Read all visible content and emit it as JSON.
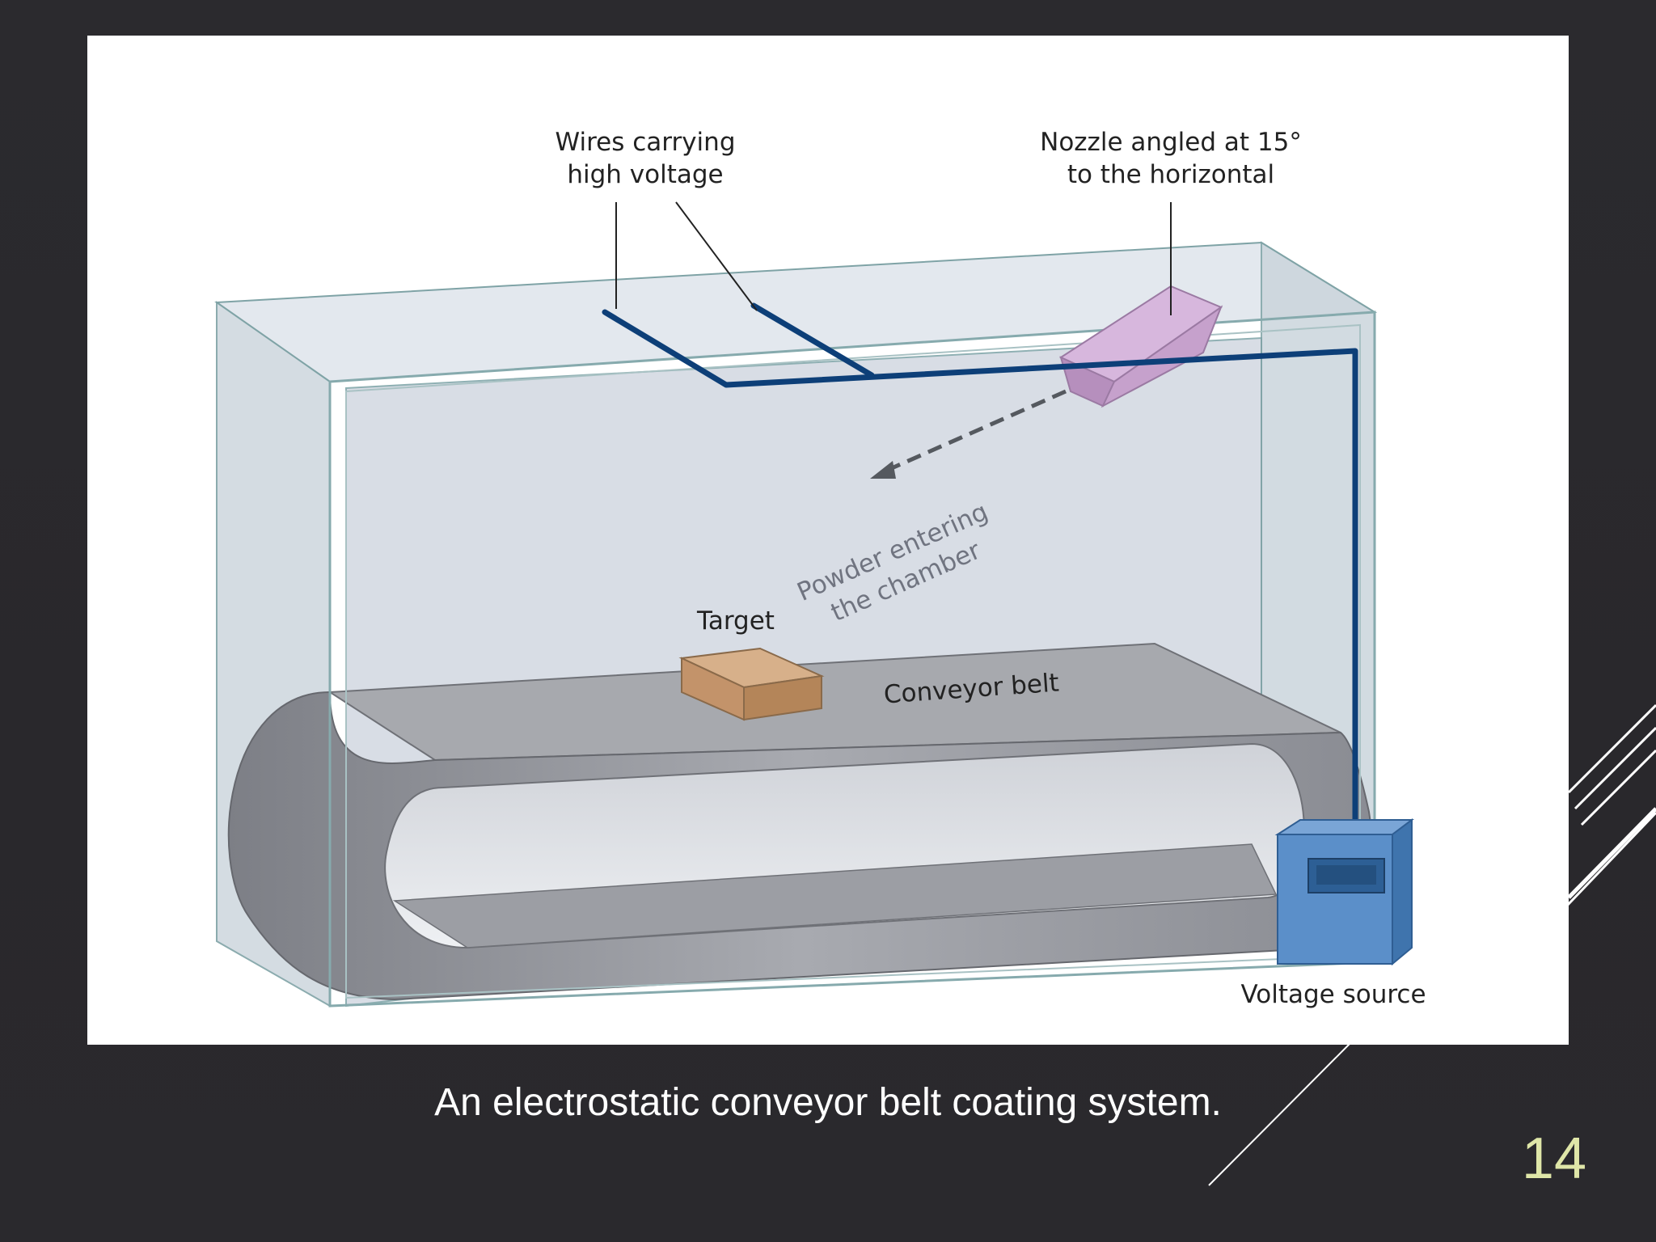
{
  "slide": {
    "caption": "An electrostatic conveyor belt coating system.",
    "page_number": "14"
  },
  "diagram": {
    "labels": {
      "wires_line1": "Wires carrying",
      "wires_line2": "high voltage",
      "nozzle_line1": "Nozzle angled at 15°",
      "nozzle_line2": "to the horizontal",
      "powder_line1": "Powder entering",
      "powder_line2": "the chamber",
      "target": "Target",
      "conveyor": "Conveyor belt",
      "voltage": "Voltage source"
    },
    "colors": {
      "wire": "#0d3f78",
      "nozzle": "#c9a3d1",
      "target": "#c99a6e",
      "voltage_source": "#5b8fc9",
      "chamber_glass": "#dde3ea",
      "belt": "#9a9ca3",
      "slide_background": "#2a292d",
      "page_number": "#dfe6a8"
    },
    "icons": [
      "chamber",
      "wire",
      "nozzle",
      "powder-arrow",
      "target-block",
      "conveyor-belt",
      "voltage-source-box"
    ]
  }
}
